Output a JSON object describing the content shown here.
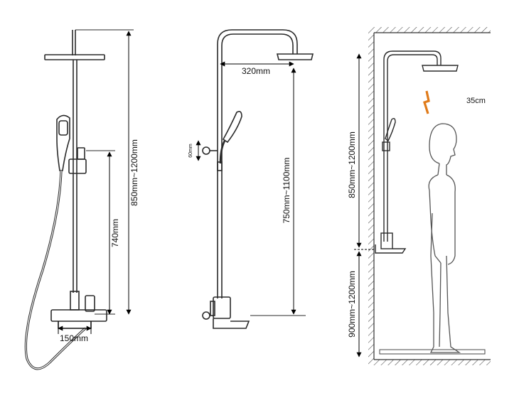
{
  "labels": {
    "front_total_height": "850mm~1200mm",
    "front_mixer_height": "740mm",
    "front_spout_width": "150mm",
    "side_arm_reach": "320mm",
    "side_valve_spacing": "60mm",
    "side_total_height": "750mm~1100mm",
    "install_head_height": "850mm~1200mm",
    "install_mixer_height": "900mm~1200mm",
    "install_head_clearance": "35cm"
  },
  "colors": {
    "line": "#2a2a2a",
    "dimension": "#000000",
    "wall_hatch": "#555555",
    "clearance_arrow": "#e07b1a",
    "human_figure": "#555555"
  },
  "icons": {
    "clearance_marker": "zigzag-arrow-icon",
    "person": "human-silhouette-icon"
  }
}
